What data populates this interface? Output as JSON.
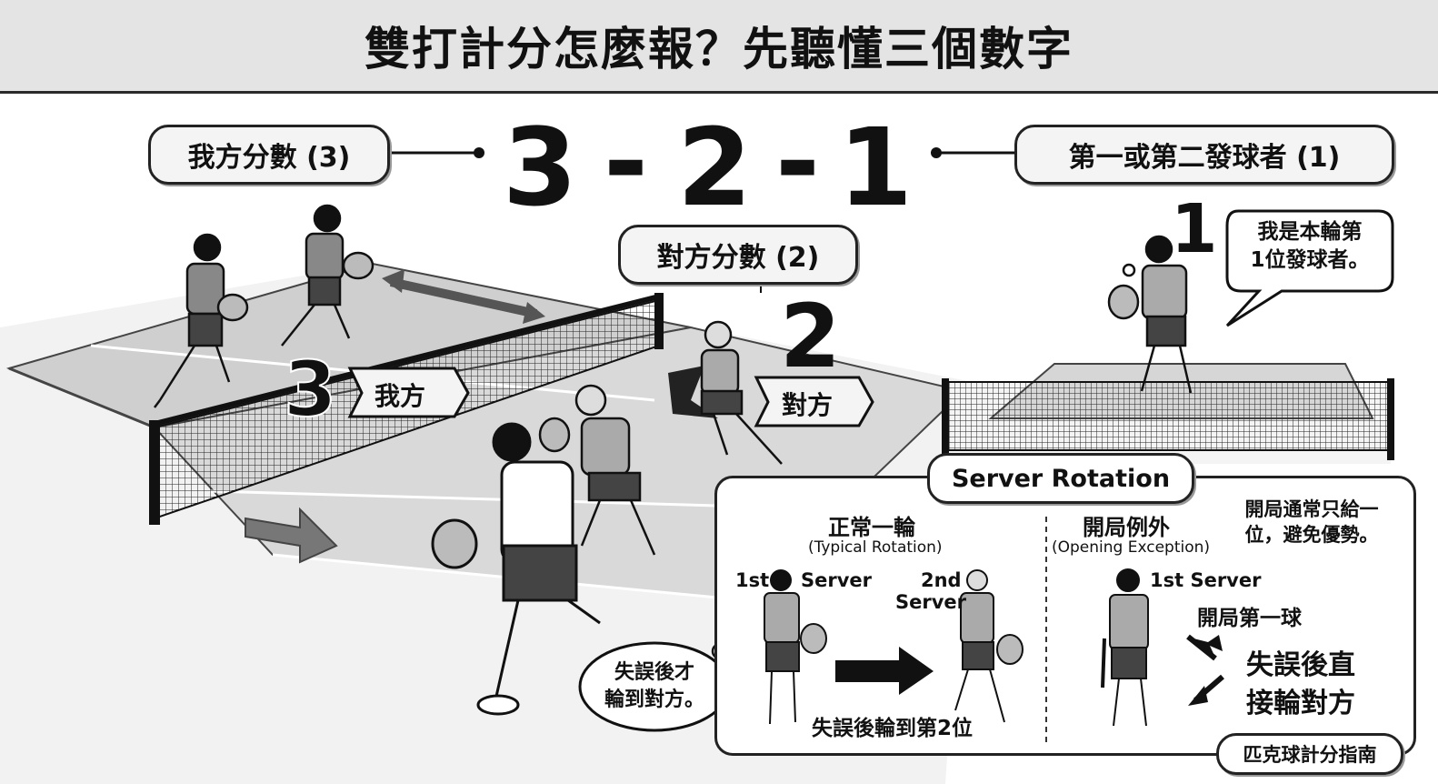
{
  "title": "雙打計分怎麼報？先聽懂三個數字",
  "callouts": {
    "our_score": "我方分數 (3)",
    "opp_score": "對方分數 (2)",
    "server_number": "第一或第二發球者 (1)"
  },
  "score_call": {
    "first": "3",
    "dash1": "-",
    "second": "2",
    "dash2": "-",
    "third": "1"
  },
  "court_labels": {
    "our_digit": "3",
    "our_side": "我方",
    "opp_digit": "2",
    "opp_side": "對方",
    "server_digit": "1"
  },
  "server_bubble": "我是本輪第1位發球者。",
  "server_bubble_lines": [
    "我是本輪第",
    "1位發球者。"
  ],
  "rotation": {
    "title": "Server Rotation",
    "typical": {
      "heading": "正常一輪",
      "subheading": "(Typical Rotation)",
      "first_label_a": "1st",
      "first_label_b": "Server",
      "second_label_a": "2nd",
      "second_label_b": "Server",
      "caption": "失誤後輪到第2位"
    },
    "exception": {
      "heading": "開局例外",
      "subheading": "(Opening Exception)",
      "server_label": "1st Server",
      "note": "開局第一球",
      "result_line1": "失誤後直",
      "result_line2": "接輪對方"
    }
  },
  "thought_left_lines": [
    "失誤後才",
    "輪到對方。"
  ],
  "thought_right_lines": [
    "開局通常只給一",
    "位，避免優勢。"
  ],
  "footer_badge": "匹克球計分指南"
}
